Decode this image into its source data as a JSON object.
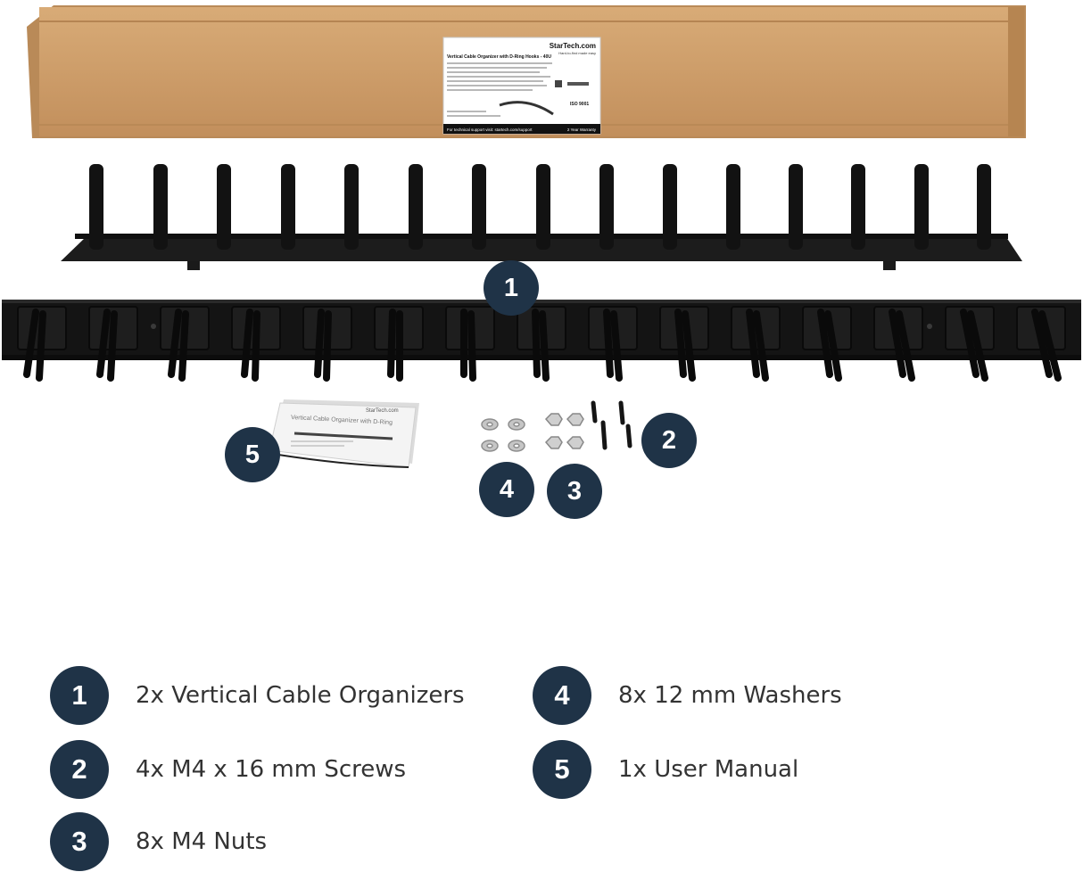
{
  "colors": {
    "badge": "#1f3347",
    "cardboard": "#c99a66",
    "organizer": "#151515",
    "legend_text": "#333333"
  },
  "box_label": {
    "brand": "StarTech.com",
    "tagline": "Hard-to-find made easy",
    "title": "Vertical Cable Organizer with D-Ring Hooks - 40U",
    "certification": "ISO 9001",
    "support": "For technical support visit: startech.com/support",
    "warranty": "2 Year Warranty"
  },
  "manual": {
    "brand": "StarTech.com",
    "title": "Vertical Cable Organizer with D-Ring"
  },
  "callouts": [
    {
      "number": "1"
    },
    {
      "number": "2"
    },
    {
      "number": "3"
    },
    {
      "number": "4"
    },
    {
      "number": "5"
    }
  ],
  "legend": [
    {
      "number": "1",
      "text": "2x Vertical Cable Organizers"
    },
    {
      "number": "2",
      "text": "4x M4 x 16 mm Screws"
    },
    {
      "number": "3",
      "text": "8x M4 Nuts"
    },
    {
      "number": "4",
      "text": "8x 12 mm Washers"
    },
    {
      "number": "5",
      "text": "1x User Manual"
    }
  ]
}
